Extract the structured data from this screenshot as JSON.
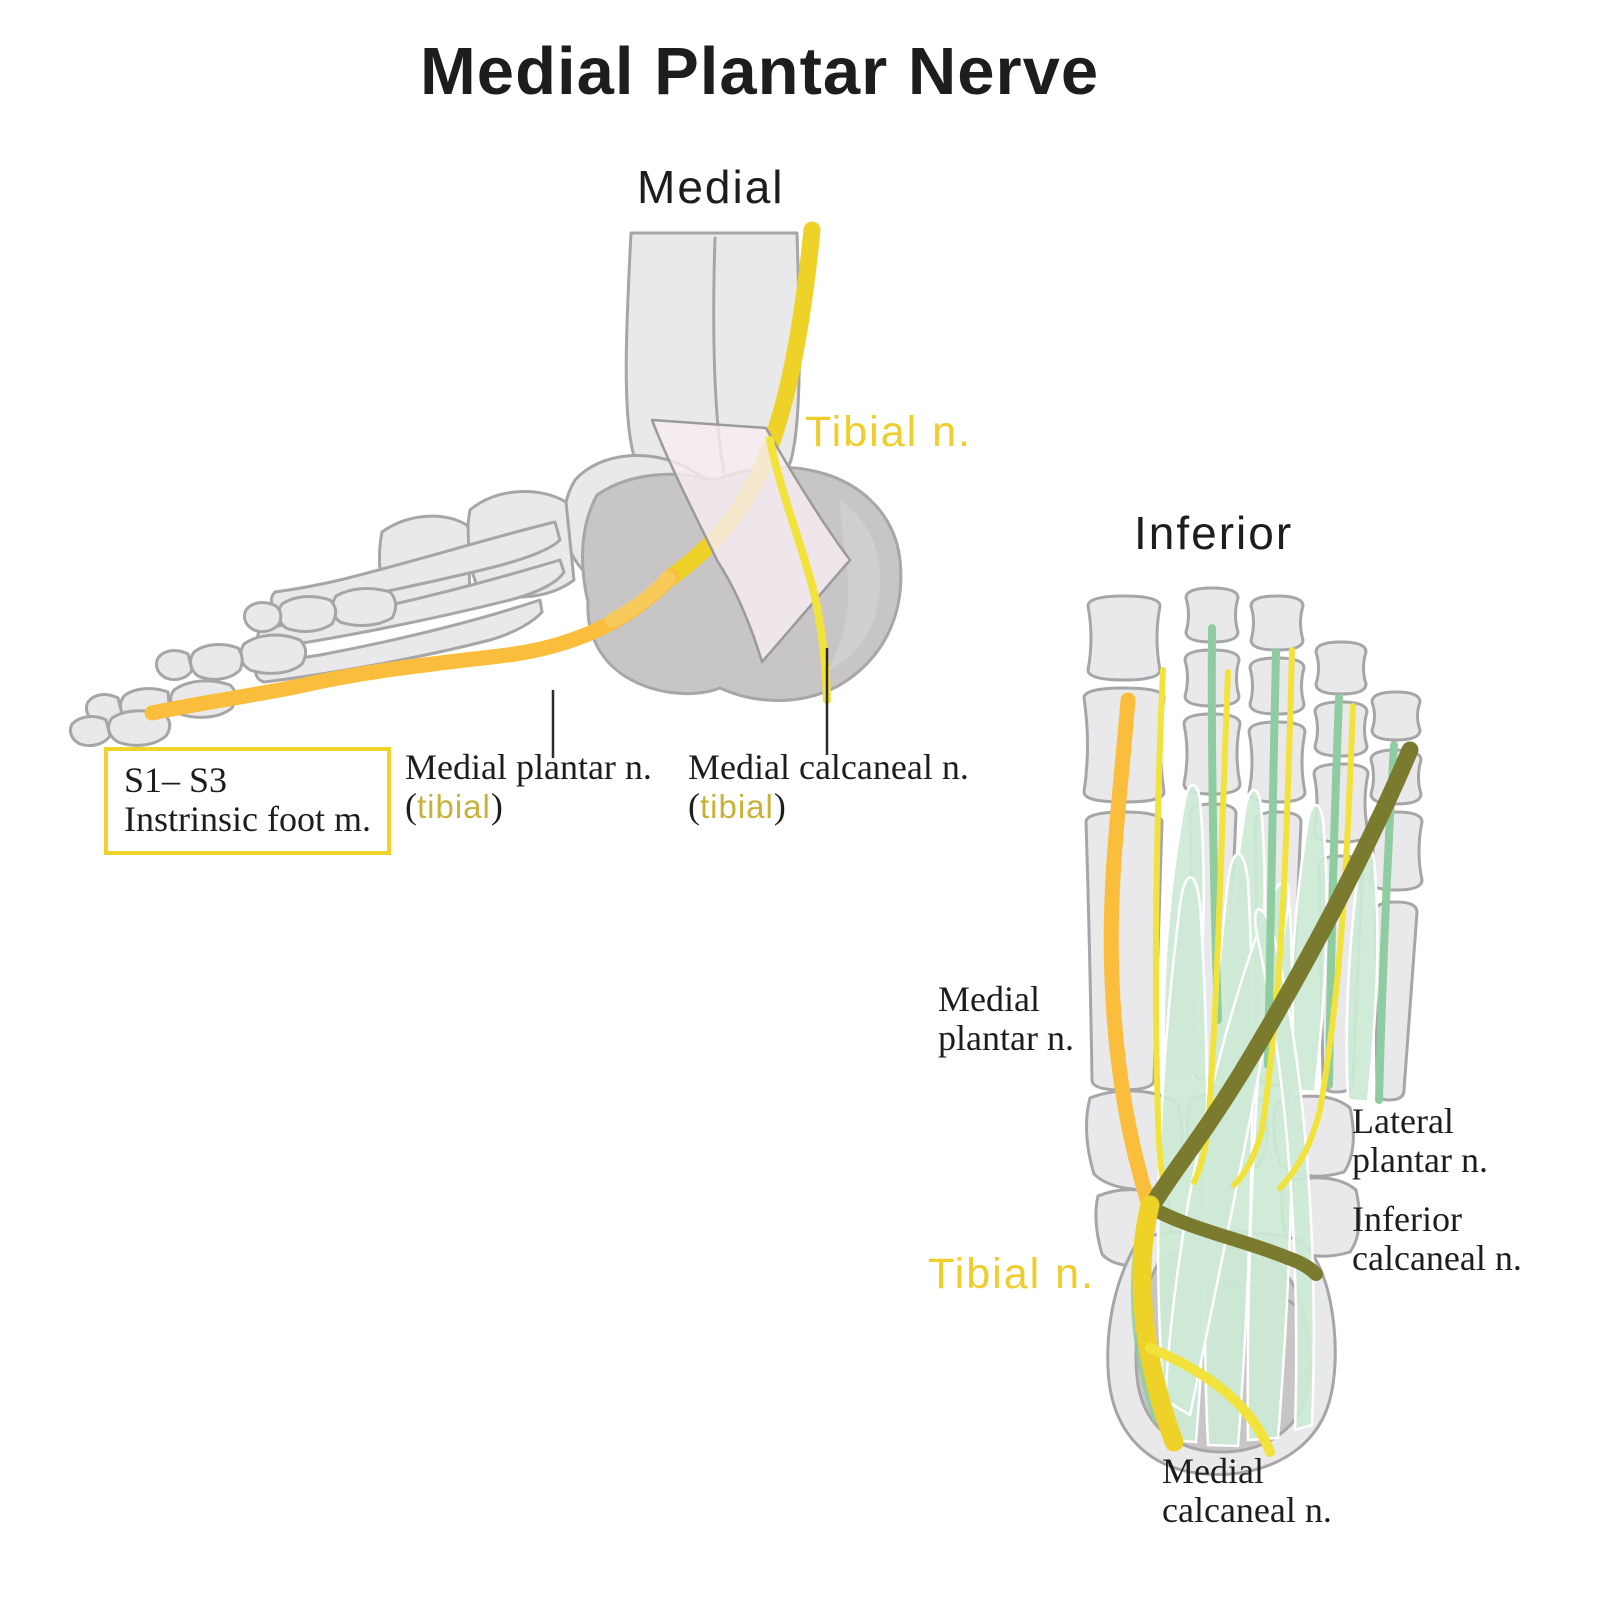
{
  "title": "Medial Plantar Nerve",
  "strings": {
    "open_paren": "(",
    "close_paren": ")"
  },
  "colors": {
    "ink": "#1d1d1b",
    "label_yellow": "#EFCD2A",
    "tibial_word": "#C9B23A",
    "nerve_yellow": "#EFD228",
    "nerve_yellow_light": "#F2E23C",
    "nerve_orange": "#FBBE3C",
    "nerve_orange_light": "#F6CD64",
    "nerve_olive": "#7B7B30",
    "box_border": "#F0D22C",
    "bone_fill": "#E9E9EB",
    "bone_stroke": "#A6A6A9",
    "heel_fill": "#C8C5C6",
    "heel_stroke": "#A9A6A7",
    "retinaculum": "#F7EDF1",
    "muscle_fill": "#CDE9D6",
    "tendon_green": "#8FCC9F"
  },
  "medial_view": {
    "heading": "Medial",
    "tibial_nerve_label": "Tibial n.",
    "nerve_root_box": {
      "line1": "S1– S3",
      "line2": "Instrinsic foot m."
    },
    "medial_plantar": {
      "name": "Medial plantar n.",
      "branch_of": "tibial"
    },
    "medial_calcaneal": {
      "name": "Medial calcaneal n.",
      "branch_of": "tibial"
    }
  },
  "inferior_view": {
    "heading": "Inferior",
    "medial_plantar": {
      "line1": "Medial",
      "line2": "plantar n."
    },
    "lateral_plantar": {
      "line1": "Lateral",
      "line2": "plantar n."
    },
    "inferior_calcaneal": {
      "line1": "Inferior",
      "line2": "calcaneal n."
    },
    "tibial_nerve_label": "Tibial n.",
    "medial_calcaneal": {
      "line1": "Medial",
      "line2": "calcaneal n."
    }
  }
}
